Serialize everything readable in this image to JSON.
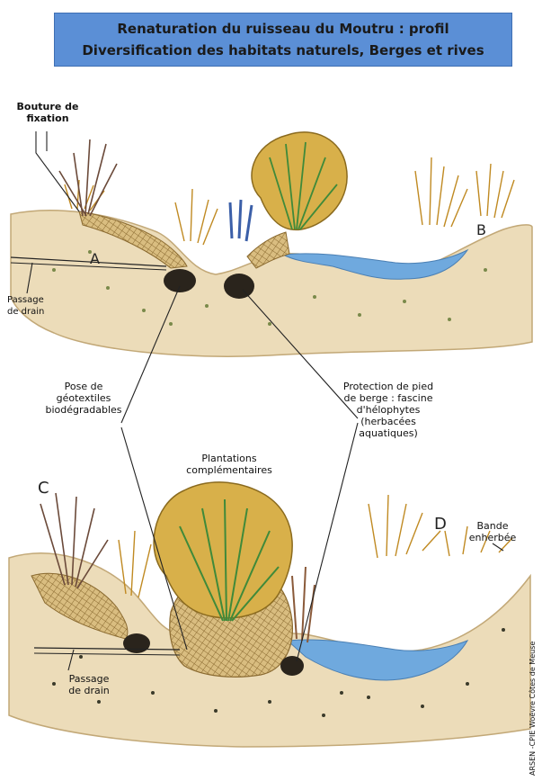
{
  "title": {
    "line1": "Renaturation du ruisseau du Moutru : profil",
    "line2": "Diversification des habitats naturels, Berges et rives",
    "band_color": "#5b8fd6"
  },
  "top_profile": {
    "label_bouture_1": "Bouture de",
    "label_bouture_2": "fixation",
    "label_drain_1": "Passage",
    "label_drain_2": "de drain",
    "letter_a": "A",
    "letter_b": "B"
  },
  "middle_labels": {
    "geotextile_1": "Pose de",
    "geotextile_2": "géotextiles",
    "geotextile_3": "biodégradables",
    "protection_1": "Protection de pied",
    "protection_2": "de berge : fascine",
    "protection_3": "d'hélophytes",
    "protection_4": "(herbacées",
    "protection_5": "aquatiques)",
    "plantations_1": "Plantations",
    "plantations_2": "complémentaires"
  },
  "bottom_profile": {
    "letter_c": "C",
    "letter_d": "D",
    "bande_1": "Bande",
    "bande_2": "enherbée",
    "drain_1": "Passage",
    "drain_2": "de drain"
  },
  "credit": "ARSEN -CPIE Woëvre Côtes de Meuse",
  "colors": {
    "soil": "#e9d9b6",
    "water": "#6fa9de",
    "grass": "#d7a93a",
    "tree_green": "#6a9a3a",
    "mesh": "#c9a86a",
    "line": "#222222"
  }
}
